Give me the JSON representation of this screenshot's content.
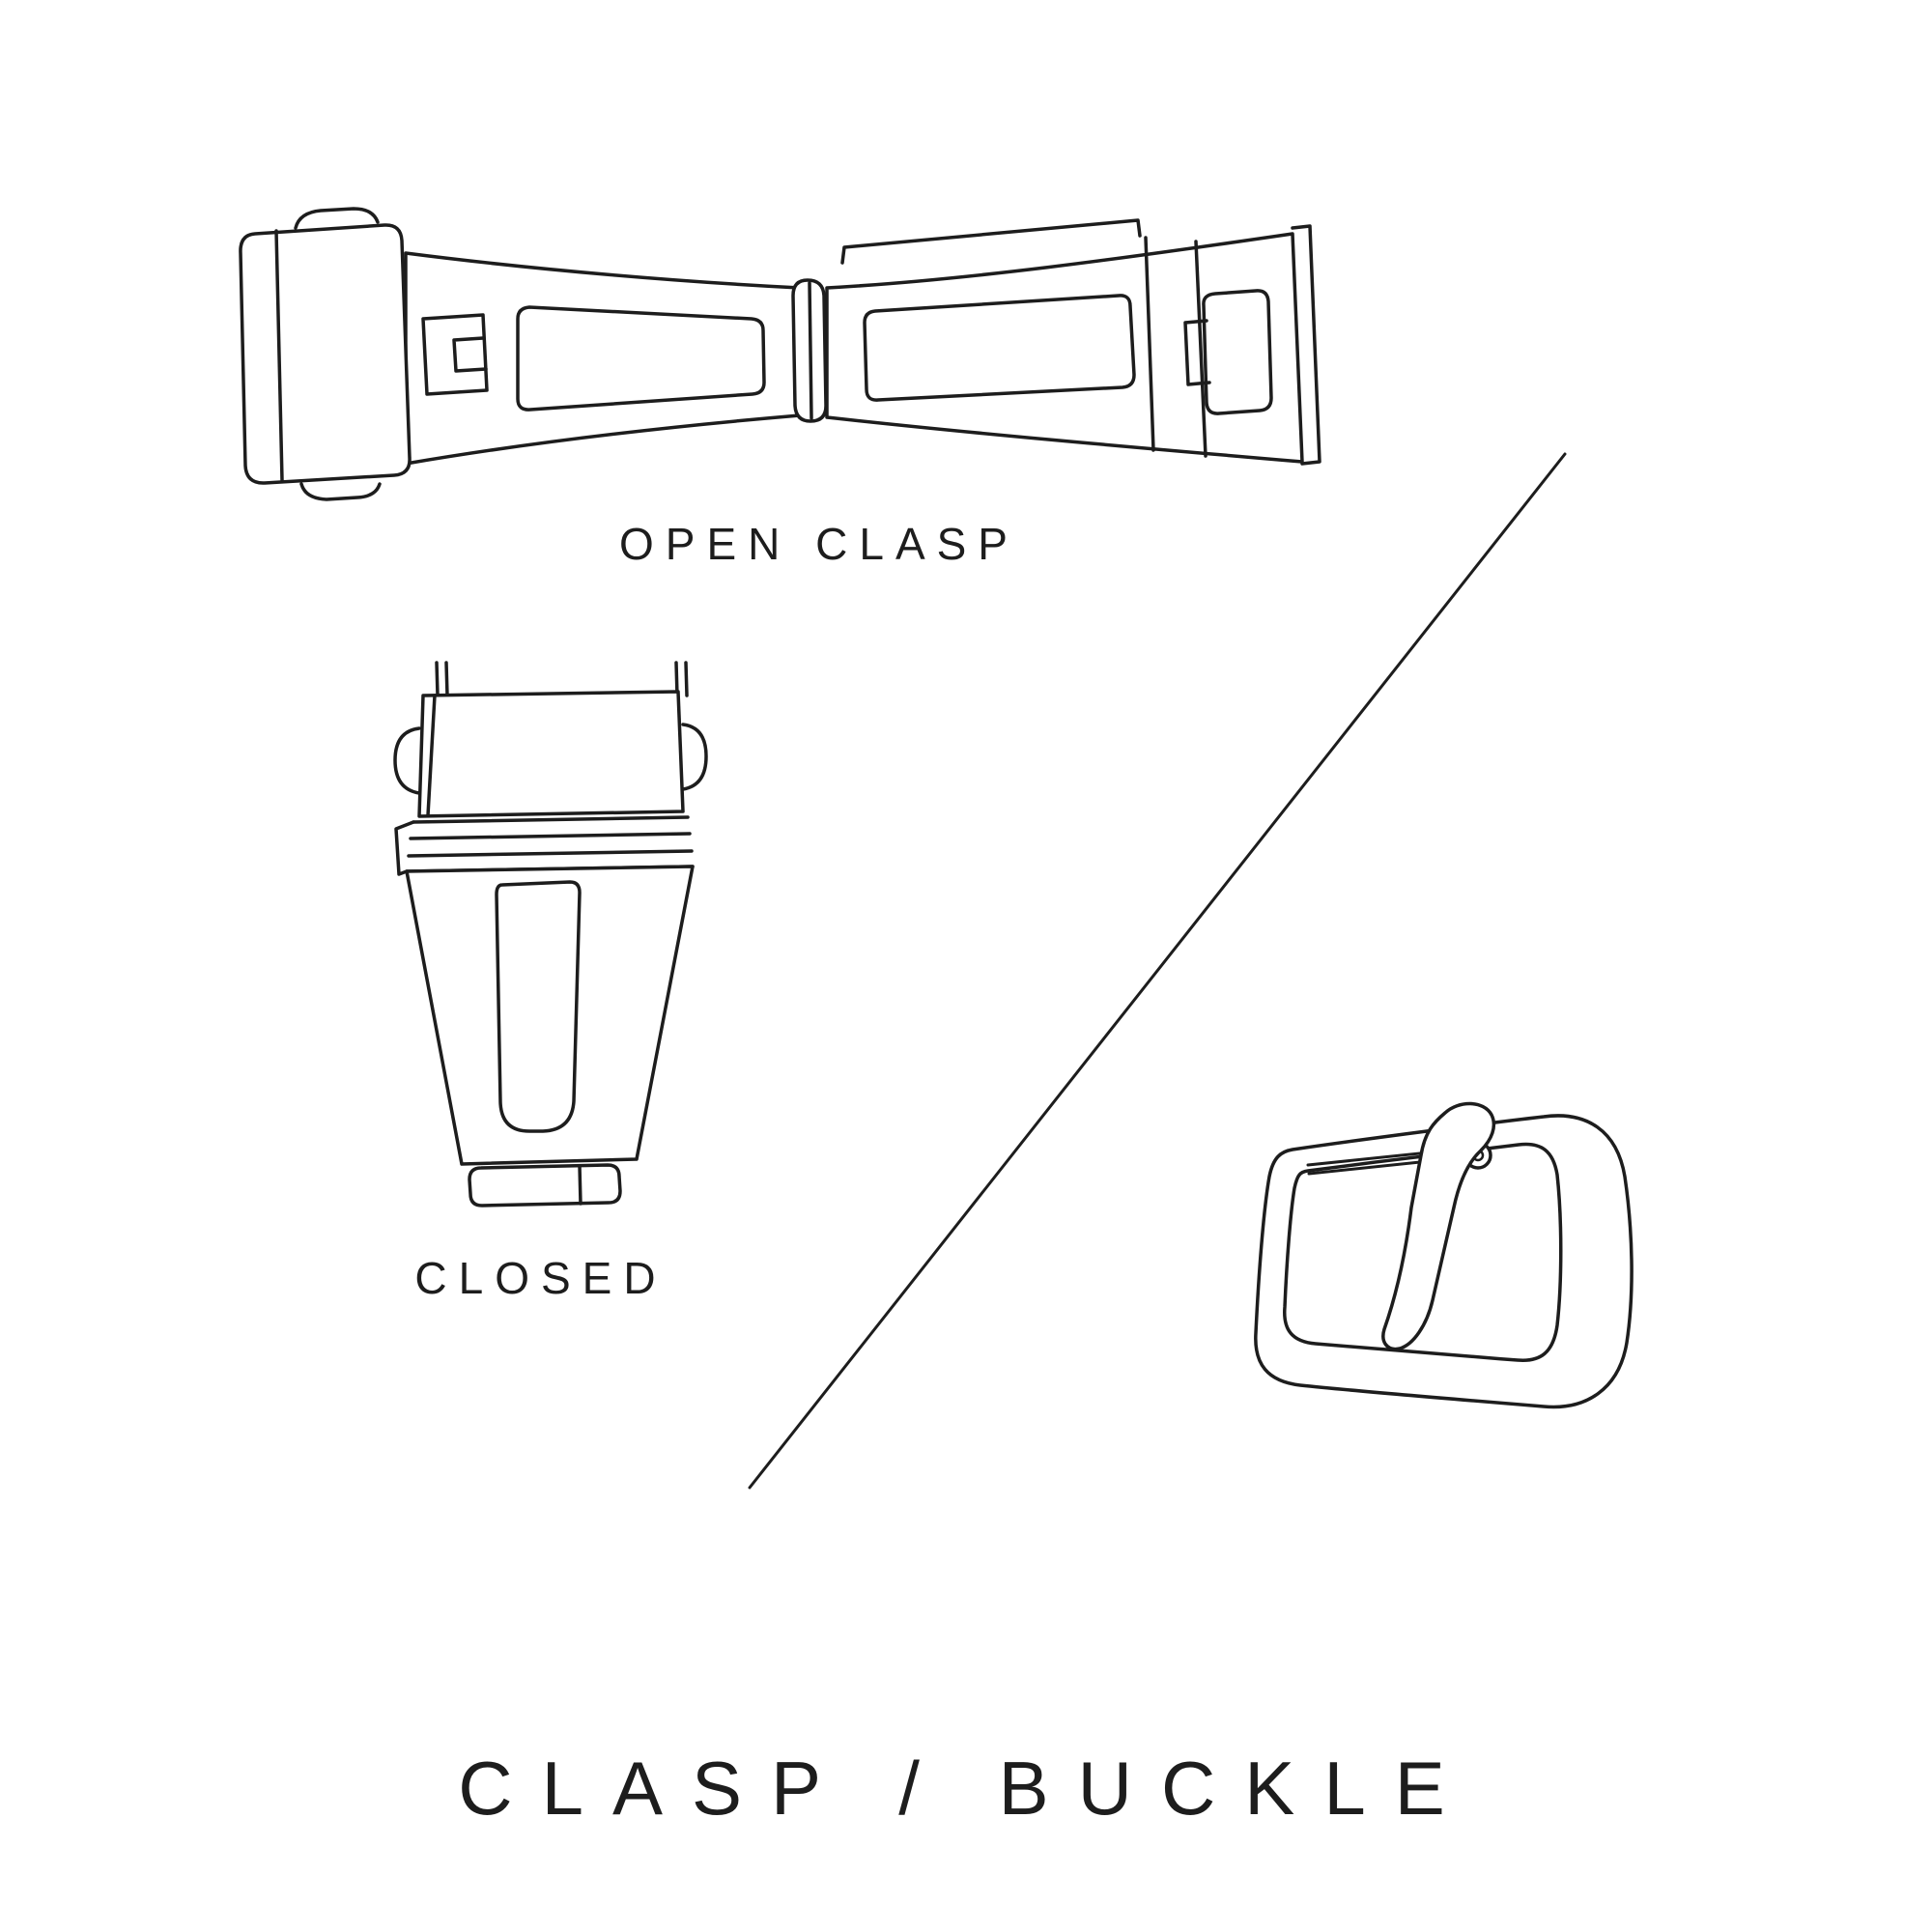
{
  "page": {
    "background": "#ffffff",
    "line_color": "#1d1d1d"
  },
  "labels": {
    "open_clasp": "OPEN CLASP",
    "closed": "CLOSED",
    "title": "CLASP / BUCKLE"
  },
  "illustrations": {
    "open_clasp": "open-deployant-clasp-illustration",
    "closed_clasp": "closed-clasp-illustration",
    "buckle": "tang-buckle-illustration",
    "divider": "diagonal-divider-line"
  }
}
